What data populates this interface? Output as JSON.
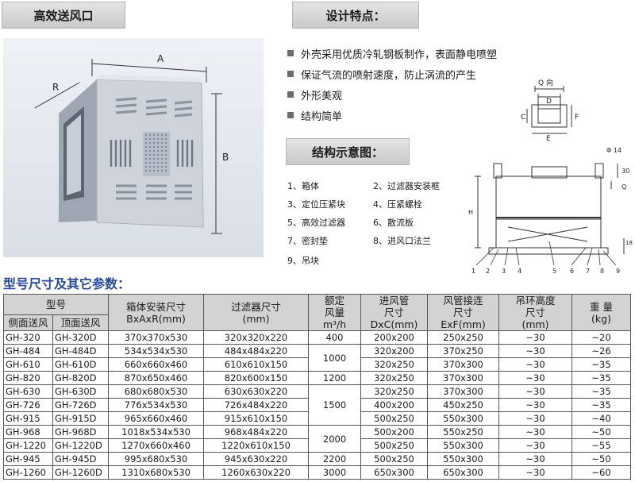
{
  "product_title": "高效送风口",
  "features_title": "设计特点：",
  "structure_title": "结构示意图：",
  "params_title": "型号尺寸及其它参数：",
  "features": [
    "外壳采用优质冷轧钢板制作，表面静电喷塑",
    "保证气流的喷射速度，防止涡流的产生",
    "外形美观",
    "结构简单"
  ],
  "product_labels": {
    "a": "A",
    "r": "R",
    "b": "B"
  },
  "parts": [
    "1、箱体",
    "2、过滤器安装框",
    "3、定位压紧块",
    "4、压紧螺栓",
    "5、高效过滤器",
    "6、散流板",
    "7、密封垫",
    "8、进风口法兰",
    "9、吊块"
  ],
  "q_diagram": {
    "title": "Q 向",
    "d": "D",
    "c": "C",
    "f": "F",
    "e": "E"
  },
  "struct_diagram": {
    "phi": "Φ 14",
    "dim30": "30",
    "q": "Q",
    "h": "H",
    "dim18": "18",
    "nums": [
      "1",
      "2",
      "3",
      "4",
      "5",
      "6",
      "7",
      "8",
      "9"
    ]
  },
  "table": {
    "headers": {
      "model": "型号",
      "side": "侧面送风",
      "top": "顶面送风",
      "box": [
        "箱体安装尺寸",
        "BxAxR(mm)"
      ],
      "filter": [
        "过滤器尺寸",
        "(mm)"
      ],
      "air": [
        "额定",
        "风量",
        "m³/h"
      ],
      "inlet": [
        "进风管",
        "尺寸",
        "DxC(mm)"
      ],
      "conn": [
        "风管接连",
        "尺寸",
        "ExF(mm)"
      ],
      "hook": [
        "吊环高度",
        "尺寸",
        "(mm)"
      ],
      "weight": [
        "重 量",
        "(kg)"
      ]
    },
    "rows": [
      [
        "GH-320",
        "GH-320D",
        "370x370x530",
        "320x320x220",
        "200x200",
        "250x250",
        "~30",
        "~20"
      ],
      [
        "GH-484",
        "GH-484D",
        "534x534x530",
        "484x484x220",
        "320x200",
        "370x250",
        "~30",
        "~26"
      ],
      [
        "GH-610",
        "GH-610D",
        "660x660x460",
        "610x610x150",
        "320x250",
        "370x300",
        "~30",
        "~35"
      ],
      [
        "GH-820",
        "GH-820D",
        "870x650x460",
        "820x600x150",
        "320x250",
        "370x300",
        "~30",
        "~35"
      ],
      [
        "GH-630",
        "GH-630D",
        "680x680x530",
        "630x630x220",
        "320x250",
        "370x300",
        "~30",
        "~35"
      ],
      [
        "GH-726",
        "GH-726D",
        "776x534x530",
        "726x484x220",
        "400x200",
        "450x250",
        "~30",
        "~35"
      ],
      [
        "GH-915",
        "GH-915D",
        "965x660x460",
        "915x610x150",
        "500x250",
        "550x300",
        "~30",
        "~40"
      ],
      [
        "GH-968",
        "GH-968D",
        "1018x534x530",
        "968x484x220",
        "500x200",
        "550x250",
        "~30",
        "~50"
      ],
      [
        "GH-1220",
        "GH-1220D",
        "1270x660x460",
        "1220x610x150",
        "500x250",
        "550x300",
        "~30",
        "~55"
      ],
      [
        "GH-945",
        "GH-945D",
        "995x680x530",
        "945x630x220",
        "500x250",
        "550x300",
        "~30",
        "~50"
      ],
      [
        "GH-1260",
        "GH-1260D",
        "1310x680x530",
        "1260x630x220",
        "650x300",
        "650x300",
        "~30",
        "~60"
      ]
    ],
    "airflow": [
      {
        "value": "400",
        "rowspan": 1
      },
      {
        "value": "1000",
        "rowspan": 2
      },
      {
        "value": "1200",
        "rowspan": 1
      },
      {
        "value": "1500",
        "rowspan": 3
      },
      {
        "value": "2000",
        "rowspan": 2
      },
      {
        "value": "2200",
        "rowspan": 1
      },
      {
        "value": "3000",
        "rowspan": 1
      }
    ]
  }
}
